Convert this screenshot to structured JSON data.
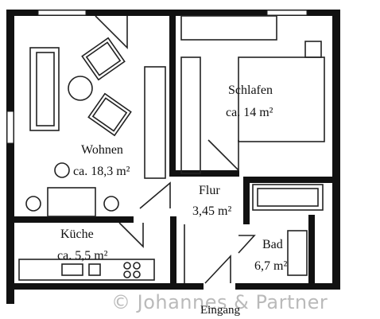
{
  "rooms": {
    "wohnen": {
      "name": "Wohnen",
      "area": "ca. 18,3 m²"
    },
    "schlafen": {
      "name": "Schlafen",
      "area": "ca. 14 m²"
    },
    "flur": {
      "name": "Flur",
      "area": "3,45 m²"
    },
    "kueche": {
      "name": "Küche",
      "area": "ca. 5,5 m²"
    },
    "bad": {
      "name": "Bad",
      "area": "6,7 m²"
    }
  },
  "entrance_label": "Eingang",
  "watermark": "© Johannes & Partner",
  "colors": {
    "wall": "#111111",
    "line": "#222222",
    "background": "#ffffff",
    "watermark": "#8a8a8a"
  }
}
